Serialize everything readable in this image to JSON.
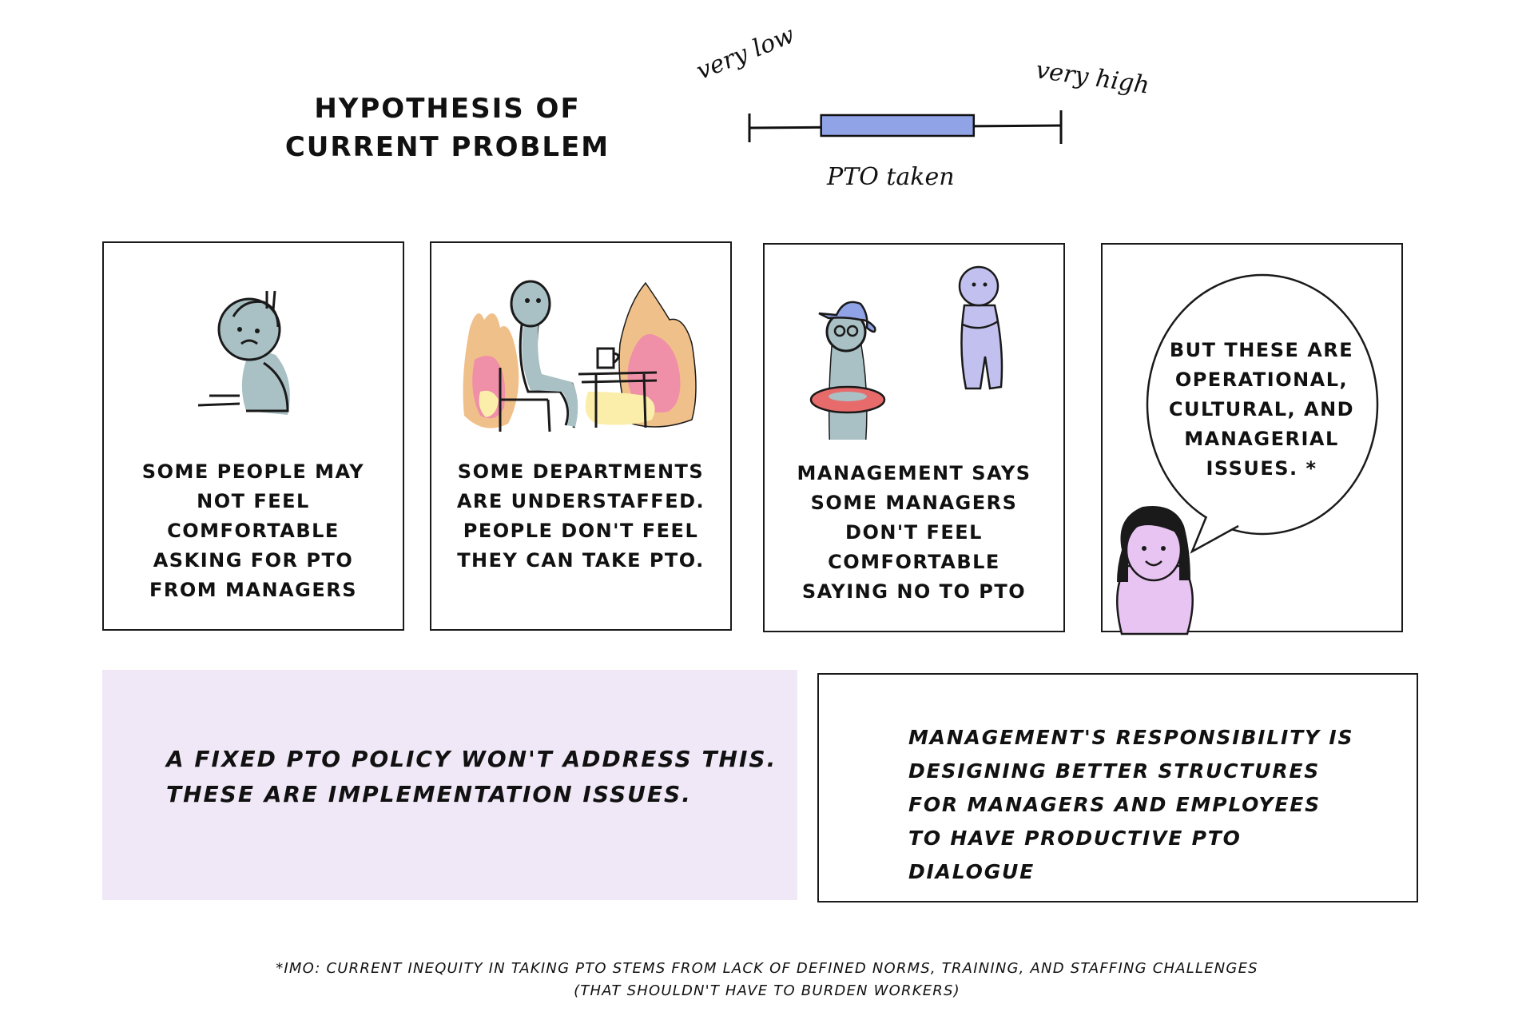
{
  "title": {
    "line1": "HYPOTHESIS OF",
    "line2": "CURRENT PROBLEM"
  },
  "scale": {
    "low_label": "very low",
    "high_label": "very high",
    "axis_label": "PTO taken",
    "range_start": 0.23,
    "range_end": 0.72,
    "bar_color": "#8fa3e6"
  },
  "panels": [
    {
      "caption": "SOME PEOPLE MAY NOT FEEL COMFORTABLE ASKING FOR PTO FROM MANAGERS"
    },
    {
      "caption": "SOME DEPARTMENTS ARE UNDERSTAFFED. PEOPLE DON'T FEEL THEY CAN TAKE PTO."
    },
    {
      "caption": "MANAGEMENT SAYS SOME MANAGERS DON'T FEEL COMFORTABLE SAYING NO TO PTO"
    },
    {
      "speech": "BUT THESE ARE OPERATIONAL, CULTURAL, AND MANAGERIAL ISSUES. *"
    }
  ],
  "notes": {
    "left_line1": "A FIXED PTO POLICY WON'T ADDRESS THIS.",
    "left_line2": "THESE ARE IMPLEMENTATION ISSUES.",
    "right": "MANAGEMENT'S RESPONSIBILITY IS DESIGNING BETTER STRUCTURES FOR MANAGERS AND EMPLOYEES TO HAVE PRODUCTIVE PTO DIALOGUE"
  },
  "footnote": {
    "line1": "*IMO: CURRENT INEQUITY IN TAKING PTO STEMS FROM LACK OF DEFINED NORMS, TRAINING, AND STAFFING CHALLENGES",
    "line2": "(THAT SHOULDN'T HAVE TO BURDEN WORKERS)"
  },
  "colors": {
    "figure_grey": "#a9c0c4",
    "figure_lavender": "#c2c0ee",
    "figure_pink": "#e8c4f2",
    "fire_orange": "#f0c08a",
    "fire_pink": "#f08fa8",
    "fire_yellow": "#fbeeaa",
    "ring_red": "#e86b6b",
    "hat_blue": "#8fa3e6",
    "note_bg": "#f0e8f7"
  }
}
